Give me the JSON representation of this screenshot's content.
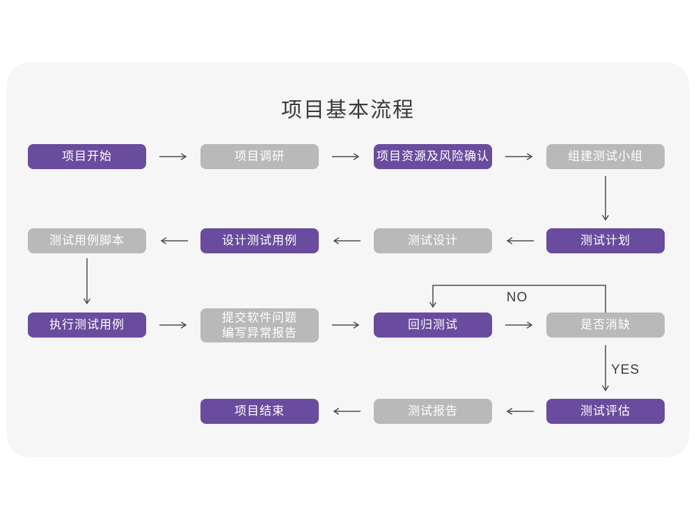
{
  "title": "项目基本流程",
  "colors": {
    "accent_purple": "#694c9e",
    "node_gray": "#b9b9b9",
    "node_text": "#ffffff",
    "card_background": "#f6f6f6",
    "page_background": "#ffffff",
    "arrow": "#4a4a4a",
    "title_text": "#3a3a3a"
  },
  "branch_labels": {
    "no": "NO",
    "yes": "YES"
  },
  "nodes": [
    {
      "id": "project-start",
      "label": "项目开始",
      "variant": "purple"
    },
    {
      "id": "project-research",
      "label": "项目调研",
      "variant": "gray"
    },
    {
      "id": "resource-risk-confirm",
      "label": "项目资源及风险确认",
      "variant": "purple"
    },
    {
      "id": "build-test-team",
      "label": "组建测试小组",
      "variant": "gray"
    },
    {
      "id": "test-plan",
      "label": "测试计划",
      "variant": "purple"
    },
    {
      "id": "test-design",
      "label": "测试设计",
      "variant": "gray"
    },
    {
      "id": "design-test-cases",
      "label": "设计测试用例",
      "variant": "purple"
    },
    {
      "id": "test-case-script",
      "label": "测试用例脚本",
      "variant": "gray"
    },
    {
      "id": "execute-test-cases",
      "label": "执行测试用例",
      "variant": "purple"
    },
    {
      "id": "submit-issue-report",
      "lines": [
        "提交软件问题",
        "编写异常报告"
      ],
      "variant": "gray"
    },
    {
      "id": "regression-test",
      "label": "回归测试",
      "variant": "purple"
    },
    {
      "id": "defect-cleared",
      "label": "是否消缺",
      "variant": "gray"
    },
    {
      "id": "test-evaluation",
      "label": "测试评估",
      "variant": "purple"
    },
    {
      "id": "test-report",
      "label": "测试报告",
      "variant": "gray"
    },
    {
      "id": "project-end",
      "label": "项目结束",
      "variant": "purple"
    }
  ]
}
